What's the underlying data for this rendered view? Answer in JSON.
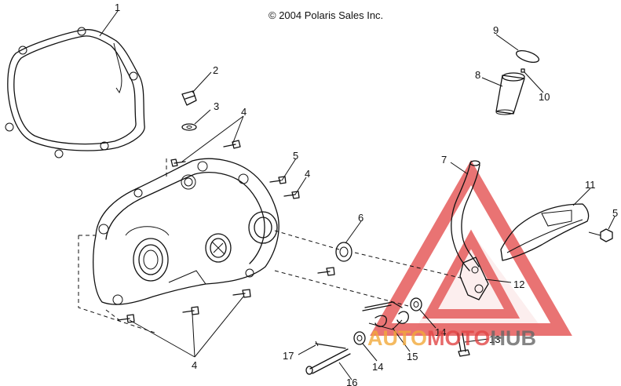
{
  "copyright": "© 2004 Polaris Sales Inc.",
  "callouts": {
    "c1": "1",
    "c2": "2",
    "c3": "3",
    "c4a": "4",
    "c4b": "4",
    "c4c": "4",
    "c5a": "5",
    "c5b": "5",
    "c6": "6",
    "c7": "7",
    "c8": "8",
    "c9": "9",
    "c10": "10",
    "c11": "11",
    "c12": "12",
    "c13": "13",
    "c14a": "14",
    "c14b": "14",
    "c15": "15",
    "c16": "16",
    "c17": "17"
  },
  "watermark": {
    "part1": "AUTO",
    "part2": "MOTO",
    "part3": "HUB",
    "colors": {
      "auto": "#f2a93a",
      "moto": "#e24545",
      "hub": "#666666"
    }
  }
}
